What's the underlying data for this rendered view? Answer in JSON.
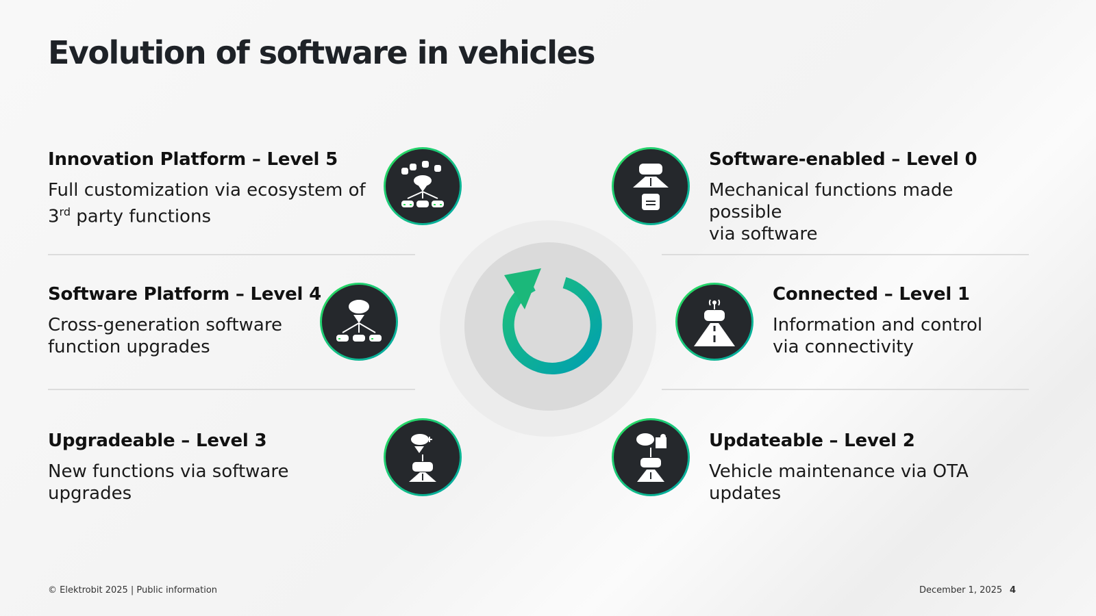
{
  "title": "Evolution of software in vehicles",
  "levels": {
    "level5": {
      "title": "Innovation Platform – Level 5",
      "desc_line1": "Full customization via ecosystem of",
      "desc_line2_num": "3",
      "desc_line2_sup": "rd",
      "desc_line2_rest": " party functions",
      "icon": "app-ecosystem-icon"
    },
    "level4": {
      "title": "Software Platform – Level 4",
      "desc_line1": "Cross-generation software",
      "desc_line2": "function upgrades",
      "icon": "cloud-fleet-icon"
    },
    "level3": {
      "title": "Upgradeable – Level 3",
      "desc": "New functions via software upgrades",
      "icon": "cloud-car-upgrade-icon"
    },
    "level0": {
      "title": "Software-enabled – Level 0",
      "desc_line1": "Mechanical functions made possible",
      "desc_line2": "via software",
      "icon": "car-software-icon"
    },
    "level1": {
      "title": "Connected – Level 1",
      "desc_line1": "Information and control",
      "desc_line2": "via connectivity",
      "icon": "connected-car-icon"
    },
    "level2": {
      "title": "Updateable – Level 2",
      "desc": "Vehicle maintenance via OTA updates",
      "icon": "ota-update-icon"
    }
  },
  "center_icon": "cycle-arrow-icon",
  "footer": {
    "left": "© Elektrobit 2025 | Public information",
    "date": "December 1, 2025",
    "page": "4"
  },
  "colors": {
    "accent_green": "#2ee05a",
    "accent_teal": "#00a5a8",
    "icon_bg": "#25282c",
    "title": "#1e2227"
  }
}
